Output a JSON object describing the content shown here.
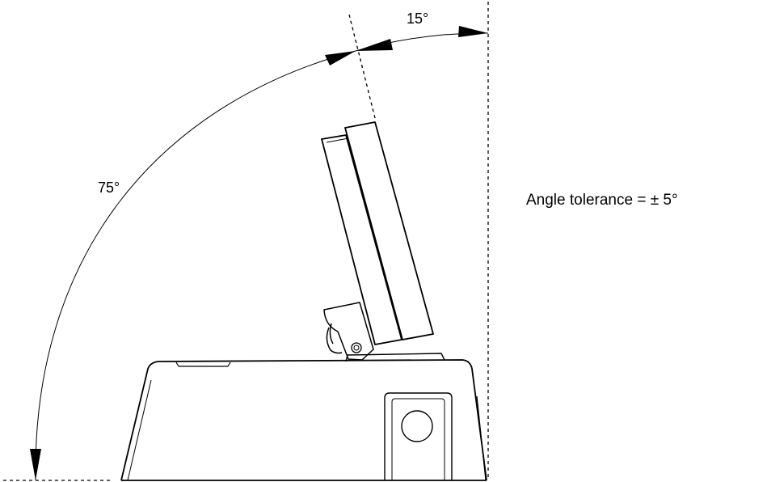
{
  "angles": {
    "upper_label": "15°",
    "lower_label": "75°"
  },
  "note": "Angle tolerance = ± 5°",
  "colors": {
    "ink": "#000000",
    "background": "#ffffff"
  }
}
